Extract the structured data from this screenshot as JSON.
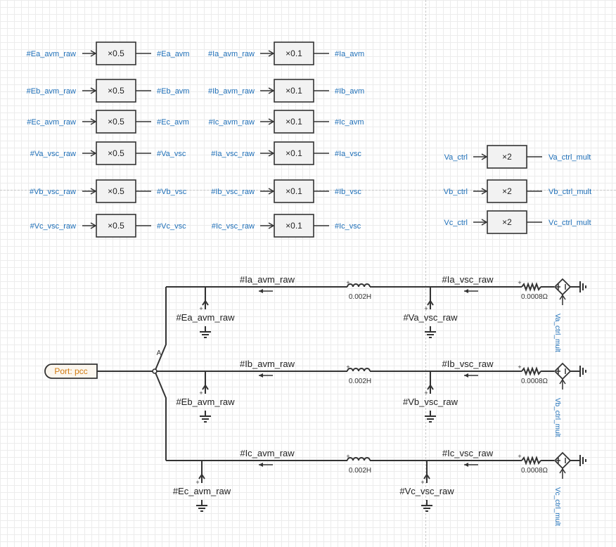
{
  "gain_blocks": [
    {
      "in": "#Ea_avm_raw",
      "gain": "×0.5",
      "out": "#Ea_avm"
    },
    {
      "in": "#Eb_avm_raw",
      "gain": "×0.5",
      "out": "#Eb_avm"
    },
    {
      "in": "#Ec_avm_raw",
      "gain": "×0.5",
      "out": "#Ec_avm"
    },
    {
      "in": "#Va_vsc_raw",
      "gain": "×0.5",
      "out": "#Va_vsc"
    },
    {
      "in": "#Vb_vsc_raw",
      "gain": "×0.5",
      "out": "#Vb_vsc"
    },
    {
      "in": "#Vc_vsc_raw",
      "gain": "×0.5",
      "out": "#Vc_vsc"
    },
    {
      "in": "#Ia_avm_raw",
      "gain": "×0.1",
      "out": "#Ia_avm"
    },
    {
      "in": "#Ib_avm_raw",
      "gain": "×0.1",
      "out": "#Ib_avm"
    },
    {
      "in": "#Ic_avm_raw",
      "gain": "×0.1",
      "out": "#Ic_avm"
    },
    {
      "in": "#Ia_vsc_raw",
      "gain": "×0.1",
      "out": "#Ia_vsc"
    },
    {
      "in": "#Ib_vsc_raw",
      "gain": "×0.1",
      "out": "#Ib_vsc"
    },
    {
      "in": "#Ic_vsc_raw",
      "gain": "×0.1",
      "out": "#Ic_vsc"
    },
    {
      "in": "Va_ctrl",
      "gain": "×2",
      "out": "Va_ctrl_mult"
    },
    {
      "in": "Vb_ctrl",
      "gain": "×2",
      "out": "Vb_ctrl_mult"
    },
    {
      "in": "Vc_ctrl",
      "gain": "×2",
      "out": "Vc_ctrl_mult"
    }
  ],
  "port": "Port: pcc",
  "node_label": "A",
  "phases": [
    {
      "i_avm": "#Ia_avm_raw",
      "e_avm": "#Ea_avm_raw",
      "inductor": "0.002H",
      "i_vsc": "#Ia_vsc_raw",
      "v_vsc": "#Va_vsc_raw",
      "resistor": "0.0008Ω",
      "ctrl": "Va_ctrl_mult"
    },
    {
      "i_avm": "#Ib_avm_raw",
      "e_avm": "#Eb_avm_raw",
      "inductor": "0.002H",
      "i_vsc": "#Ib_vsc_raw",
      "v_vsc": "#Vb_vsc_raw",
      "resistor": "0.0008Ω",
      "ctrl": "Vb_ctrl_mult"
    },
    {
      "i_avm": "#Ic_avm_raw",
      "e_avm": "#Ec_avm_raw",
      "inductor": "0.002H",
      "i_vsc": "#Ic_vsc_raw",
      "v_vsc": "#Vc_vsc_raw",
      "resistor": "0.0008Ω",
      "ctrl": "Vc_ctrl_mult"
    }
  ],
  "polarity_mark": "+"
}
